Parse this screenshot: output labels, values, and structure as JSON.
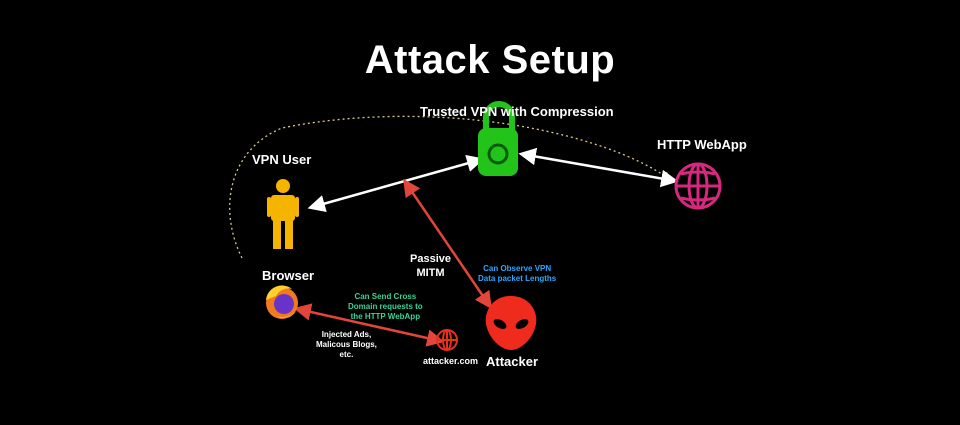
{
  "title": "Attack Setup",
  "nodes": {
    "vpn": {
      "label": "Trusted VPN with Compression",
      "icon": "lock-icon",
      "color": "#22c41a"
    },
    "webapp": {
      "label": "HTTP WebApp",
      "icon": "globe-icon",
      "color": "#d6287f"
    },
    "user": {
      "label": "VPN User",
      "icon": "person-icon",
      "color": "#f5b400"
    },
    "browser": {
      "label": "Browser",
      "icon": "firefox-icon"
    },
    "attacker_site": {
      "label": "attacker.com",
      "icon": "globe-icon",
      "color": "#e8301c"
    },
    "attacker": {
      "label": "Attacker",
      "icon": "alien-icon",
      "color": "#ef2b1e"
    }
  },
  "edges": {
    "passive_mitm": "Passive\nMITM",
    "observe": "Can Observe VPN\nData packet Lengths",
    "cross_domain": "Can Send Cross\nDomain requests to\nthe HTTP WebApp",
    "injected": "Injected Ads,\nMalicous Blogs,\netc."
  },
  "colors": {
    "white_arrow": "#ffffff",
    "red_arrow": "#e2453a",
    "dotted_path": "#d9c98a",
    "note_blue": "#2aa7ff",
    "note_green": "#37d39a"
  }
}
